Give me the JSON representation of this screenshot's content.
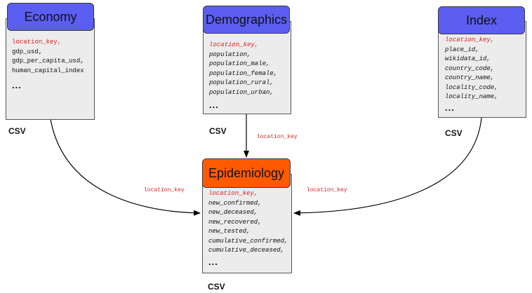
{
  "tables": {
    "economy": {
      "title": "Economy",
      "fields": [
        "location_key,",
        "gdp_usd,",
        "gdp_per_capita_usd,",
        "human_capital_index"
      ],
      "more": "...",
      "format": "CSV"
    },
    "demographics": {
      "title": "Demographics",
      "fields": [
        "location_key,",
        "population,",
        "population_male,",
        "population_female,",
        "population_rural,",
        "population_urban,"
      ],
      "more": "...",
      "format": "CSV"
    },
    "index": {
      "title": "Index",
      "fields": [
        "location_key,",
        "place_id,",
        "wikidata_id,",
        "country_code,",
        "country_name,",
        "locality_code,",
        "locality_name,"
      ],
      "more": "...",
      "format": "CSV"
    },
    "epidemiology": {
      "title": "Epidemiology",
      "fields": [
        "location_key,",
        "new_confirmed,",
        "new_deceased,",
        "new_recovered,",
        "new_tested,",
        "cumulative_confirmed,",
        "cumulative_deceased,"
      ],
      "more": "...",
      "format": "CSV"
    }
  },
  "edges": {
    "economy_to_epidemiology": "location_key",
    "demographics_to_epidemiology": "location_key",
    "index_to_epidemiology": "location_key"
  },
  "colors": {
    "header_blue": "#5b5ef0",
    "header_orange": "#ff5a00",
    "key_red": "#e02020",
    "card_gray": "#ececec"
  }
}
